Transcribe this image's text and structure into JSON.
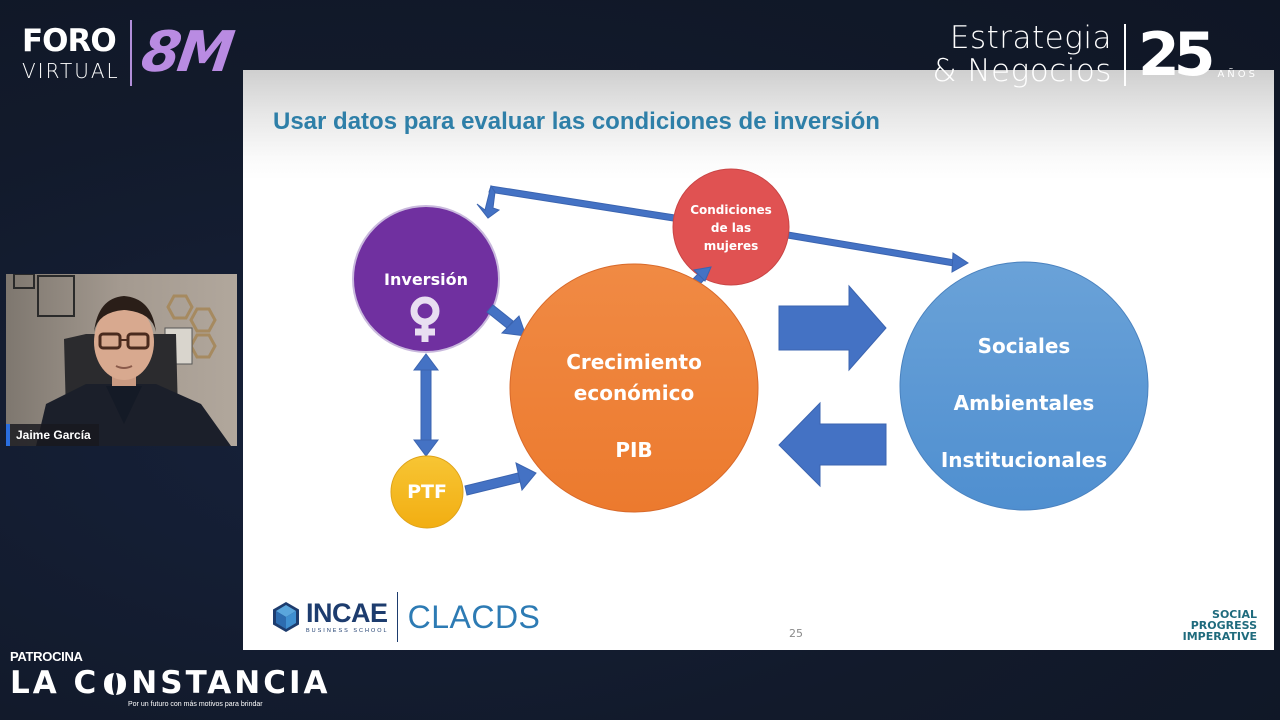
{
  "event_brand": {
    "foro": "FORO",
    "virtual": "VIRTUAL",
    "tag": "8M",
    "accent_color": "#b98be2"
  },
  "media_brand": {
    "line1": "Estrategia",
    "line2": "& Negocios",
    "anniversary_number": "25",
    "anniversary_label": "AÑOS"
  },
  "slide": {
    "title": "Usar datos para evaluar las condiciones de inversión",
    "title_color": "#2e7fa8",
    "page_number": "25",
    "nodes": {
      "inversion": {
        "label": "Inversión",
        "icon": "female-symbol-icon",
        "color": "#7030a0"
      },
      "condiciones": {
        "line1": "Condiciones",
        "line2": "de las",
        "line3": "mujeres",
        "color": "#e05252"
      },
      "crecimiento": {
        "line1": "Crecimiento",
        "line2": "económico",
        "line3": "PIB",
        "color": "#ef7d32"
      },
      "ptf": {
        "label": "PTF",
        "color": "#f5b81c"
      },
      "dimensiones": {
        "line1": "Sociales",
        "line2": "Ambientales",
        "line3": "Institucionales",
        "color": "#5b9bd5"
      }
    },
    "arrow_color": "#4472c4",
    "footer": {
      "org1": "INCAE",
      "org1_sub": "BUSINESS SCHOOL",
      "org2": "CLACDS",
      "partner_line1": "SOCIAL",
      "partner_line2": "PROGRESS",
      "partner_line3": "IMPERATIVE"
    }
  },
  "webcam": {
    "participant_name": "Jaime García"
  },
  "sponsor": {
    "label": "PATROCINA",
    "name_part1": "LA C",
    "name_part2": "NSTANCIA",
    "tagline": "Por un futuro con más motivos para brindar"
  }
}
